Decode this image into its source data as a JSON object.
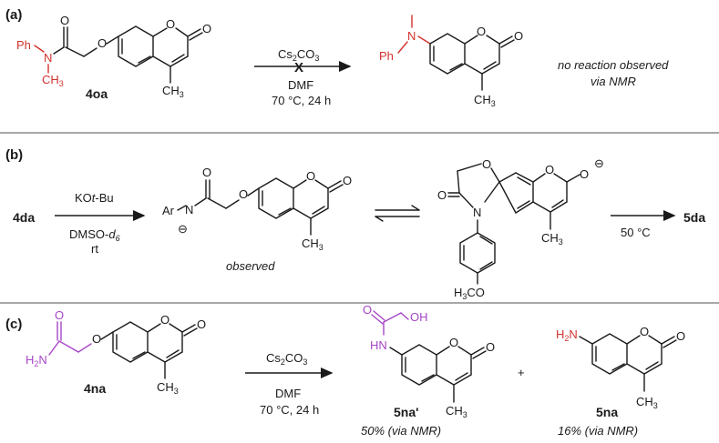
{
  "panels": [
    {
      "tag": "(a)",
      "start_label": "4oa",
      "reagent_top": "Cs2CO3",
      "conditions": [
        "DMF",
        "70 °C, 24 h"
      ],
      "outcome": [
        "no reaction observed",
        "via NMR"
      ]
    },
    {
      "tag": "(b)",
      "start_label": "4da",
      "reagent_top": "KOt-Bu",
      "conditions": [
        "DMSO-d6",
        "rt"
      ],
      "intermediate_note": "observed",
      "second_arrow_condition": "50 °C",
      "product_label": "5da",
      "methoxy_label": "H3CO"
    },
    {
      "tag": "(c)",
      "start_label": "4na",
      "reagent_top": "Cs2CO3",
      "conditions": [
        "DMF",
        "70 °C, 24 h"
      ],
      "products": [
        {
          "label": "5na'",
          "yield": "50% (via NMR)"
        },
        {
          "label": "5na",
          "yield": "16% (via NMR)"
        }
      ],
      "plus": "+"
    }
  ],
  "atoms": {
    "Ph": "Ph",
    "N": "N",
    "O": "O",
    "CH3": "CH3",
    "Ar": "Ar",
    "OH": "OH",
    "H2N": "H2N",
    "HN": "HN",
    "minus": "⊖"
  },
  "colors": {
    "highlight_red": "#d2322d",
    "highlight_purple": "#a646c7",
    "separator": "#8a8a8a"
  }
}
